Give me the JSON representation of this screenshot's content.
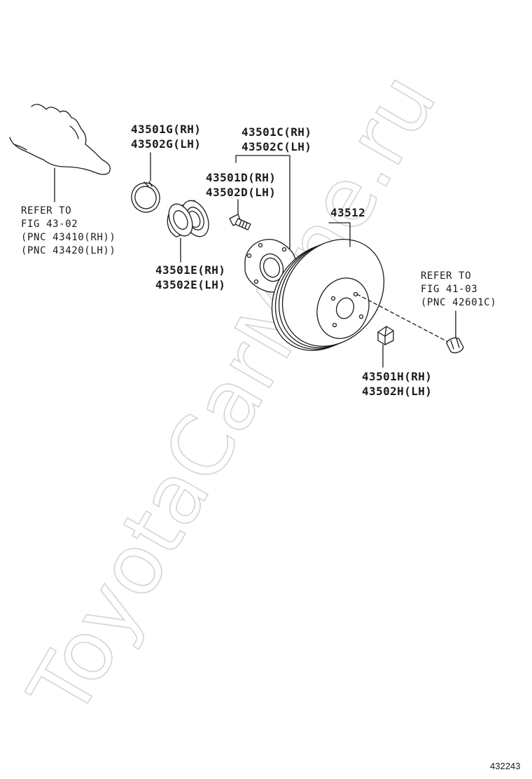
{
  "watermark": "ToyotaCarMine.ru",
  "figure_number": "432243",
  "notes": {
    "left_ref": {
      "line1": "REFER TO",
      "line2": "FIG 43-02",
      "line3": "(PNC 43410(RH))",
      "line4": "(PNC 43420(LH))"
    },
    "right_ref": {
      "line1": "REFER TO",
      "line2": "FIG 41-03",
      "line3": "(PNC 42601C)"
    }
  },
  "parts": {
    "snap_ring": {
      "rh": "43501G(RH)",
      "lh": "43502G(LH)"
    },
    "hub_assembly": {
      "rh": "43501C(RH)",
      "lh": "43502C(LH)"
    },
    "hub_bolt": {
      "rh": "43501D(RH)",
      "lh": "43502D(LH)"
    },
    "bearing": {
      "rh": "43501E(RH)",
      "lh": "43502E(LH)"
    },
    "disc": {
      "number": "43512"
    },
    "hub_nut": {
      "rh": "43501H(RH)",
      "lh": "43502H(LH)"
    }
  }
}
